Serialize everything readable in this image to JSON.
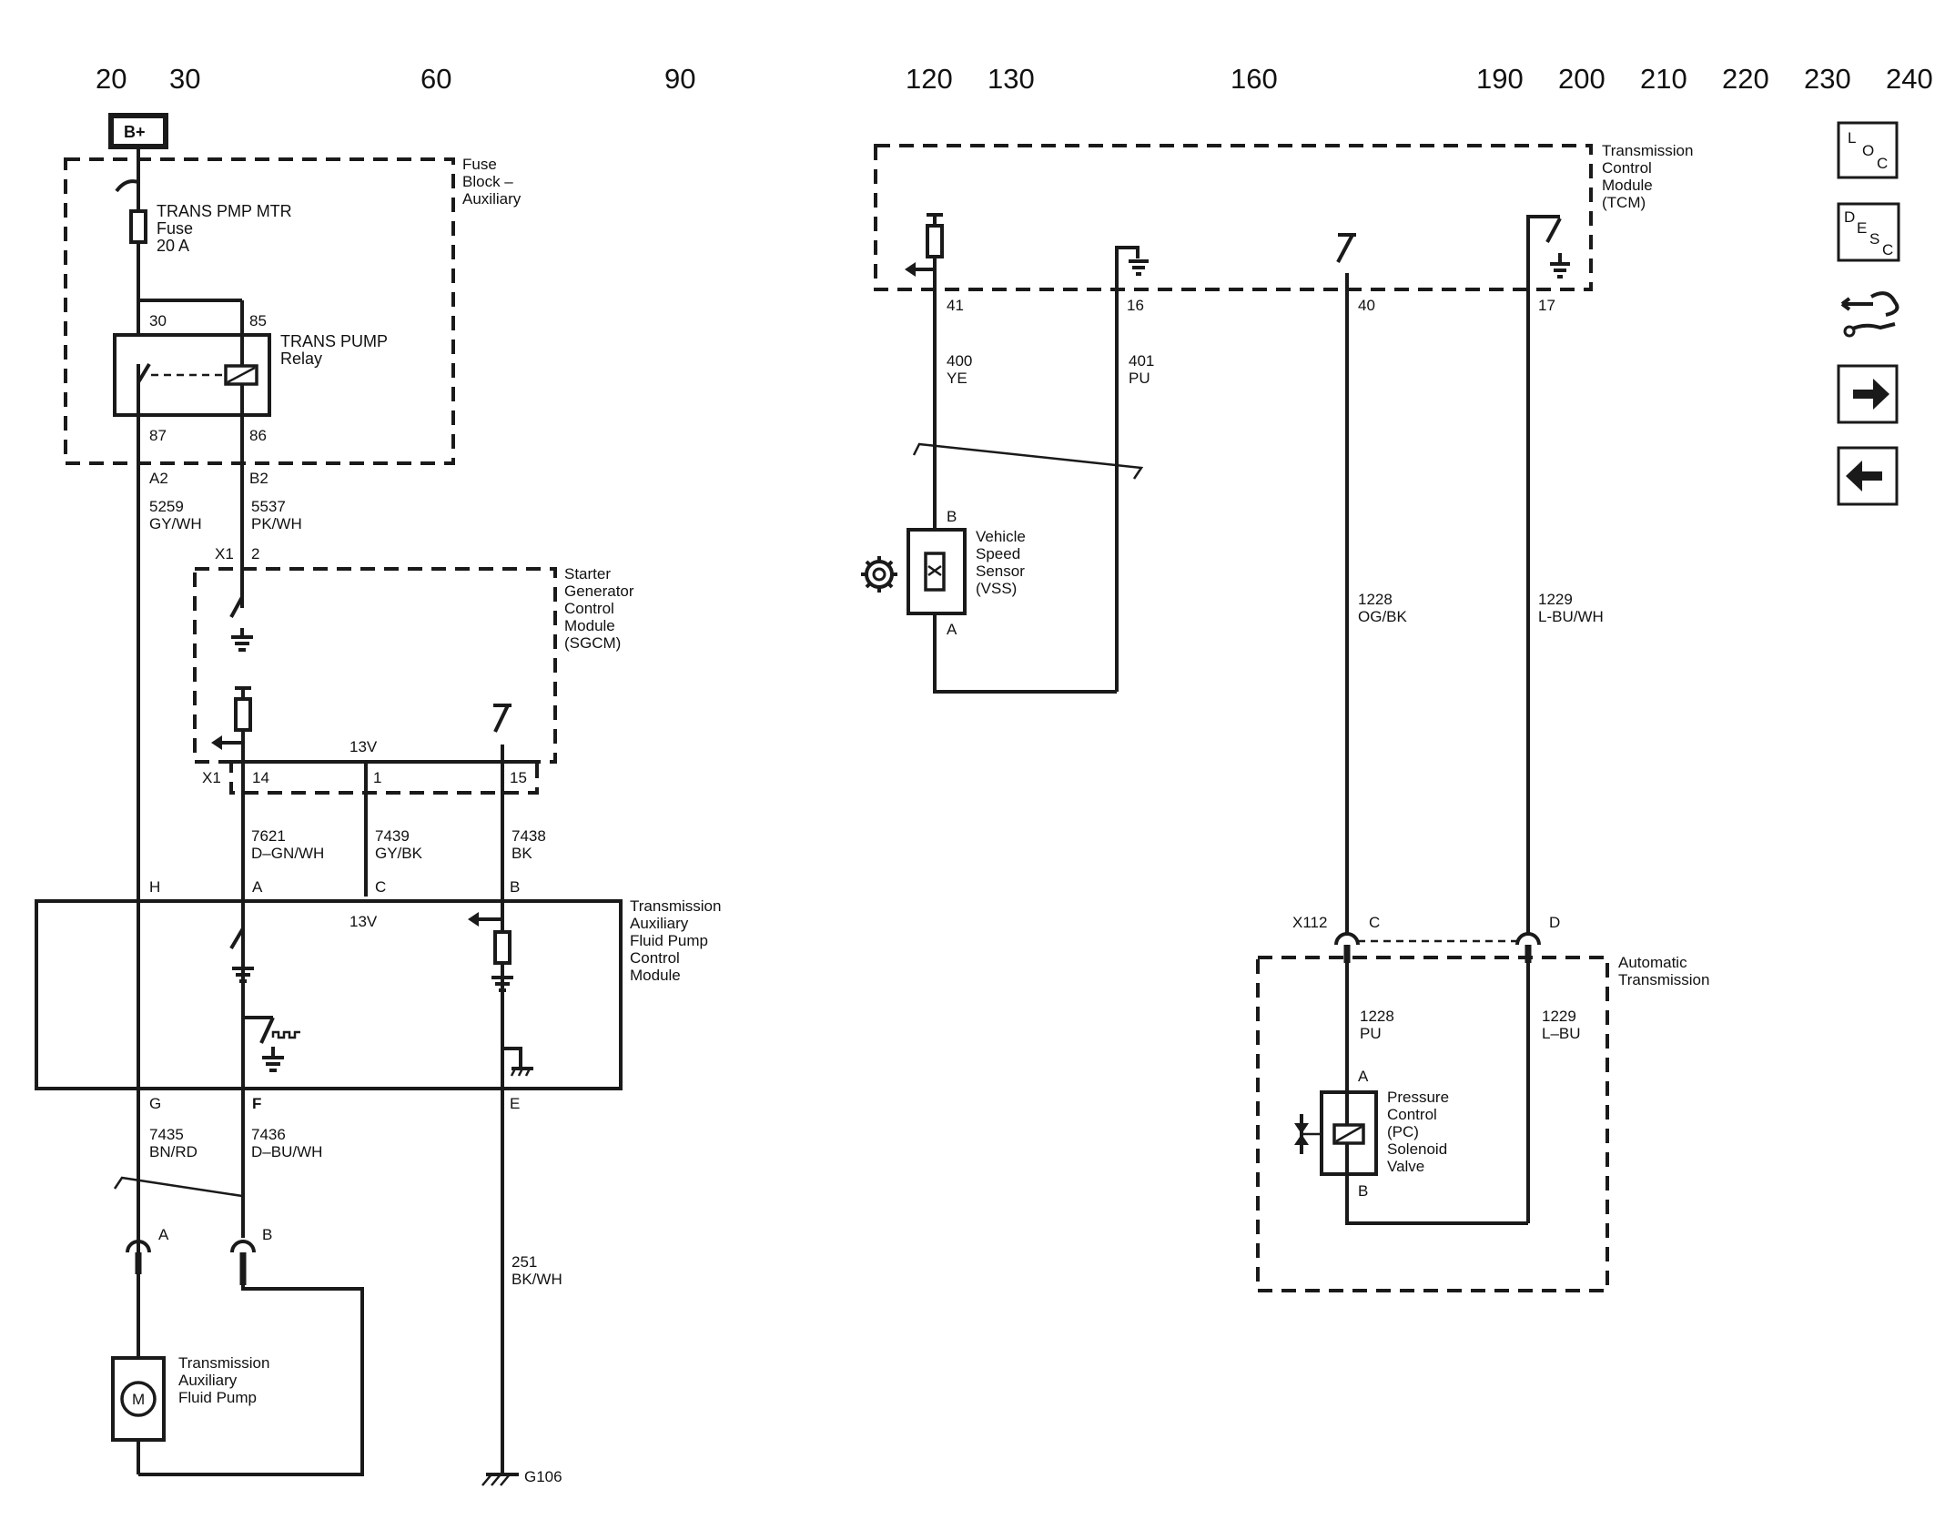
{
  "grid_labels": [
    "20",
    "30",
    "60",
    "90",
    "120",
    "130",
    "160",
    "190",
    "200",
    "210",
    "220",
    "230",
    "240"
  ],
  "battery": "B+",
  "fuse_block": {
    "title": [
      "Fuse",
      "Block –",
      "Auxiliary"
    ],
    "fuse_label": [
      "TRANS PMP MTR",
      "Fuse",
      "20 A"
    ]
  },
  "relay": {
    "label": [
      "TRANS PUMP",
      "Relay"
    ],
    "pins": [
      "30",
      "85",
      "87",
      "86"
    ]
  },
  "relay_out": {
    "a": "A2",
    "b": "B2"
  },
  "wire_5259": [
    "5259",
    "GY/WH"
  ],
  "wire_5537": [
    "5537",
    "PK/WH"
  ],
  "sgcm": {
    "title": [
      "Starter",
      "Generator",
      "Control",
      "Module",
      "(SGCM)"
    ],
    "conn_top": "X1",
    "pin_top": "2",
    "conn_bot": "X1",
    "pins": [
      "14",
      "1",
      "15"
    ],
    "volt": "13V"
  },
  "wire_7621": [
    "7621",
    "D–GN/WH"
  ],
  "wire_7439": [
    "7439",
    "GY/BK"
  ],
  "wire_7438": [
    "7438",
    "BK"
  ],
  "tafp_module": {
    "title": [
      "Transmission",
      "Auxiliary",
      "Fluid Pump",
      "Control",
      "Module"
    ],
    "pins_top": [
      "H",
      "A",
      "C",
      "B"
    ],
    "pins_bot": [
      "G",
      "F",
      "E"
    ],
    "volt": "13V"
  },
  "wire_7435": [
    "7435",
    "BN/RD"
  ],
  "wire_7436": [
    "7436",
    "D–BU/WH"
  ],
  "wire_251": [
    "251",
    "BK/WH"
  ],
  "pump_conn": {
    "a": "A",
    "b": "B"
  },
  "pump": {
    "label": [
      "Transmission",
      "Auxiliary",
      "Fluid Pump"
    ],
    "symbol": "M"
  },
  "ground": "G106",
  "tcm": {
    "title": [
      "Transmission",
      "Control",
      "Module",
      "(TCM)"
    ],
    "pins": [
      "41",
      "16",
      "40",
      "17"
    ]
  },
  "wire_400": [
    "400",
    "YE"
  ],
  "wire_401": [
    "401",
    "PU"
  ],
  "vss": {
    "label": [
      "Vehicle",
      "Speed",
      "Sensor",
      "(VSS)"
    ],
    "pin_b": "B",
    "pin_a": "A"
  },
  "wire_1228_top": [
    "1228",
    "OG/BK"
  ],
  "wire_1229_top": [
    "1229",
    "L-BU/WH"
  ],
  "x112": {
    "conn": "X112",
    "c": "C",
    "d": "D"
  },
  "auto_trans": {
    "title": [
      "Automatic",
      "Transmission"
    ]
  },
  "wire_1228_bot": [
    "1228",
    "PU"
  ],
  "wire_1229_bot": [
    "1229",
    "L–BU"
  ],
  "pc_valve": {
    "label": [
      "Pressure",
      "Control",
      "(PC)",
      "Solenoid",
      "Valve"
    ],
    "pin_a": "A",
    "pin_b": "B"
  },
  "nav_icons": [
    {
      "name": "loc-icon",
      "letters": [
        "L",
        "O",
        "C"
      ]
    },
    {
      "name": "desc-icon",
      "letters": [
        "D",
        "E",
        "S",
        "C"
      ]
    },
    {
      "name": "connector-wrench-icon"
    },
    {
      "name": "arrow-right-icon"
    },
    {
      "name": "arrow-left-icon"
    }
  ]
}
